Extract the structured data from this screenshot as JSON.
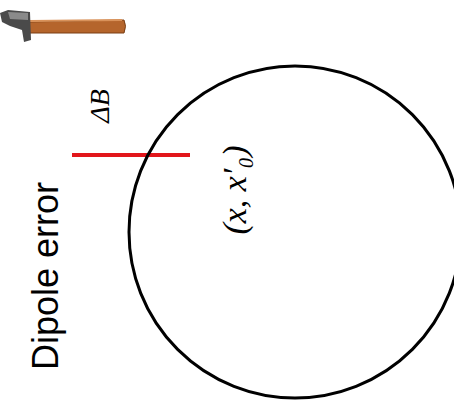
{
  "diagram": {
    "nodes": [
      {
        "text": [
          "(x, x′₀)"
        ]
      }
    ],
    "labels": [
      "Dipole error",
      "ΔB"
    ]
  }
}
